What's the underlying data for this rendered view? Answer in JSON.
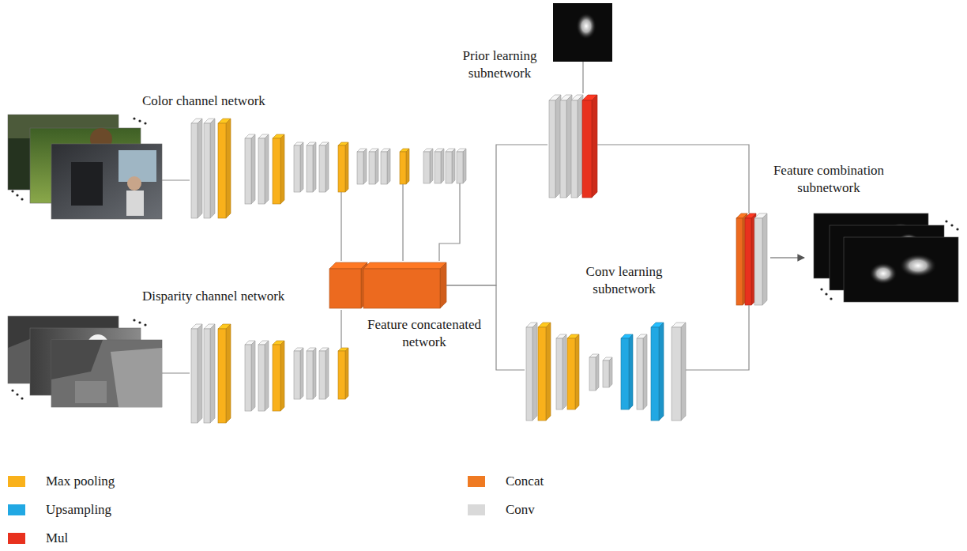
{
  "diagram": {
    "nodes": [
      {
        "text": [
          "Color channel network"
        ]
      },
      {
        "text": [
          "Disparity channel network"
        ]
      },
      {
        "text": [
          "Feature concatenated network"
        ]
      },
      {
        "text": [
          "Prior learning subnetwork"
        ]
      },
      {
        "text": [
          "Conv learning subnetwork"
        ]
      },
      {
        "text": [
          "Feature combination subnetwork"
        ]
      }
    ],
    "edges": [
      {
        "from": 0,
        "to": 2,
        "arrow": "none"
      },
      {
        "from": 0,
        "to": 2,
        "arrow": "none"
      },
      {
        "from": 0,
        "to": 2,
        "arrow": "none"
      },
      {
        "from": 1,
        "to": 2,
        "arrow": "none"
      },
      {
        "from": 2,
        "to": 3,
        "arrow": "none"
      },
      {
        "from": 2,
        "to": 4,
        "arrow": "none"
      },
      {
        "from": 3,
        "to": 5,
        "arrow": "none"
      },
      {
        "from": 4,
        "to": 5,
        "arrow": "none"
      }
    ],
    "legend": [
      {
        "text": "Max pooling",
        "color": "#f9b11b"
      },
      {
        "text": "Upsampling",
        "color": "#21a8e3"
      },
      {
        "text": "Mul",
        "color": "#e8311e"
      },
      {
        "text": "Concat",
        "color": "#ef7a22"
      },
      {
        "text": "Conv",
        "color": "#d9d9d9"
      }
    ]
  }
}
